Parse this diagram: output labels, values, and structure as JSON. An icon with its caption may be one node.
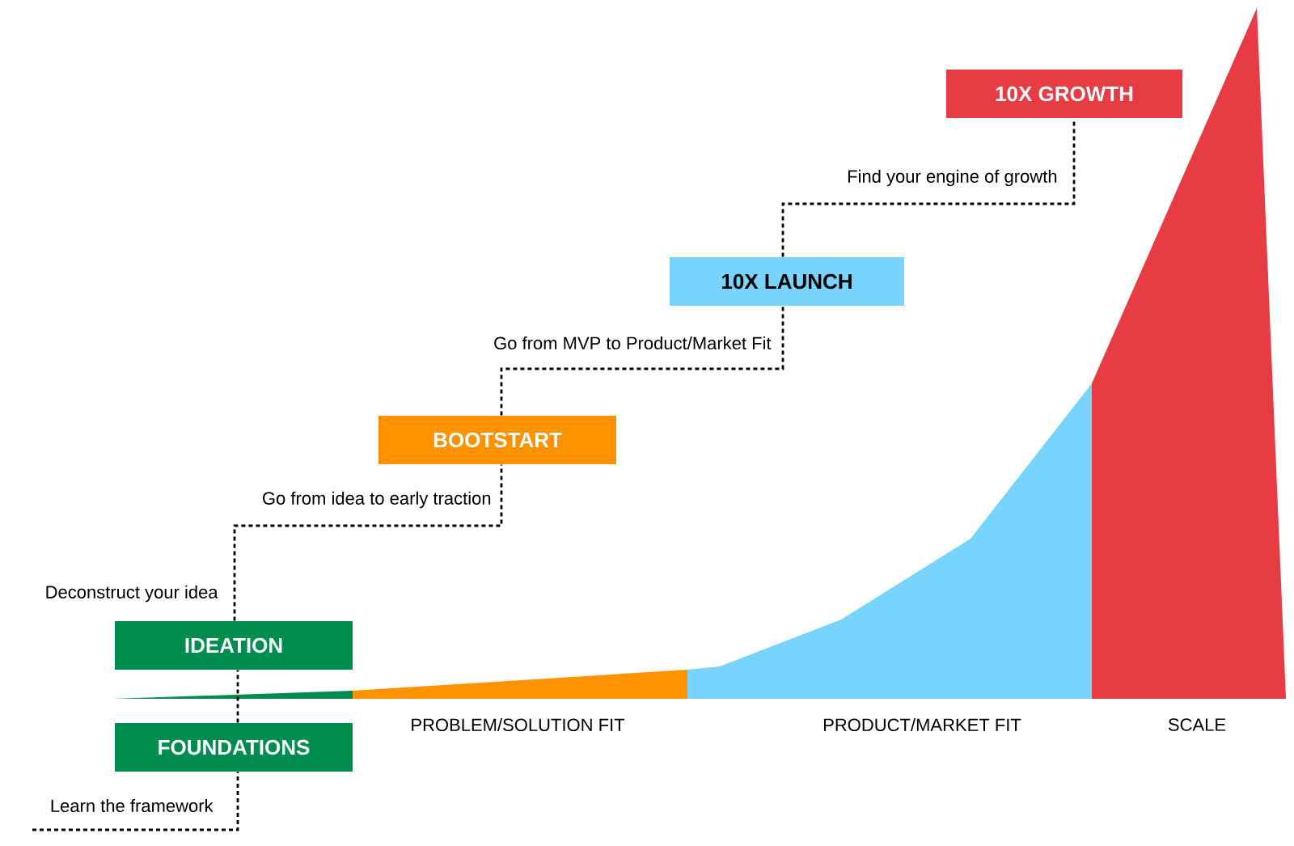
{
  "diagram": {
    "nodes": [
      {
        "text": [
          "IDEATION"
        ],
        "beside": [
          "Deconstruct your idea"
        ]
      },
      {
        "text": [
          "FOUNDATIONS"
        ],
        "beside": [
          "Learn the framework"
        ]
      },
      {
        "text": [
          "BOOTSTART"
        ]
      },
      {
        "text": [
          "10X LAUNCH"
        ]
      },
      {
        "text": [
          "10X GROWTH"
        ]
      }
    ],
    "edges": [
      {
        "from": null,
        "to": 1,
        "arrow": "none",
        "style": "dashed"
      },
      {
        "from": 1,
        "to": 0,
        "arrow": "none",
        "style": "dashed"
      },
      {
        "from": 0,
        "to": 2,
        "arrow": "none",
        "style": "dashed",
        "label": "Go from idea to early traction"
      },
      {
        "from": 2,
        "to": 3,
        "arrow": "none",
        "style": "dashed",
        "label": "Go from MVP to Product/Market Fit"
      },
      {
        "from": 3,
        "to": 4,
        "arrow": "none",
        "style": "dashed",
        "label": "Find your engine of growth"
      }
    ],
    "labels": [
      "PROBLEM/SOLUTION FIT",
      "PRODUCT/MARKET FIT",
      "SCALE"
    ]
  }
}
